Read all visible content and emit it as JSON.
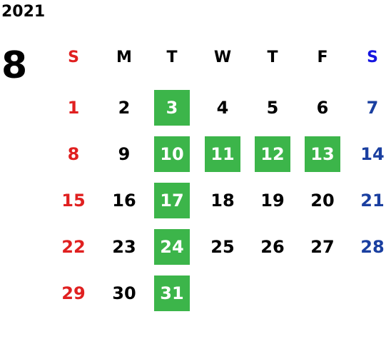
{
  "calendar": {
    "year": "2021",
    "month": "8",
    "weekdays": [
      "S",
      "M",
      "T",
      "W",
      "T",
      "F",
      "S"
    ],
    "first_weekday_index": 0,
    "days_in_month": 31,
    "highlighted_days": [
      3,
      10,
      11,
      12,
      13,
      17,
      24,
      31
    ],
    "colors": {
      "sunday": "#e02020",
      "saturday": "#1a3fa0",
      "saturday_header": "#1515e0",
      "highlight": "#3cb54a",
      "default": "#000000"
    }
  }
}
